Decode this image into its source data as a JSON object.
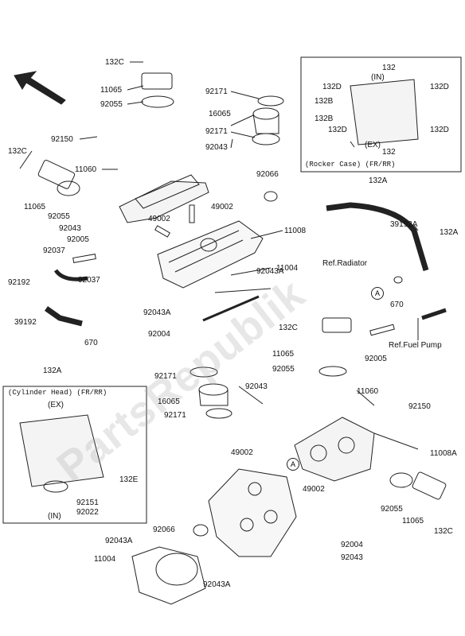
{
  "watermark": "PartsRepublik",
  "rocker_inset": {
    "caption": "(Rocker Case) (FR/RR)",
    "top_label": "132",
    "in_label": "(IN)",
    "ex_label": "(EX)",
    "bottom_label": "132",
    "labels": [
      "132D",
      "132D",
      "132B",
      "132B",
      "132D",
      "132D"
    ]
  },
  "head_inset": {
    "caption": "(Cylinder Head) (FR/RR)",
    "ex_label": "(EX)",
    "in_label": "(IN)",
    "labels": [
      "132E",
      "92151",
      "92022"
    ]
  },
  "circle_marker": "A",
  "part_labels": [
    "132C",
    "11065",
    "92055",
    "92171",
    "16065",
    "92171",
    "92043",
    "92150",
    "132C",
    "11060",
    "11065",
    "92055",
    "92066",
    "92043",
    "49002",
    "49002",
    "92005",
    "11008",
    "92037",
    "92043A",
    "92192",
    "92037",
    "11004",
    "39192",
    "92043A",
    "92004",
    "670",
    "132A",
    "132A",
    "39192A",
    "132A",
    "670",
    "Ref.Radiator",
    "Ref.Fuel Pump",
    "92005",
    "132C",
    "11065",
    "92055",
    "92171",
    "16065",
    "92043",
    "11060",
    "92150",
    "92171",
    "49002",
    "11008A",
    "49002",
    "92055",
    "11065",
    "132C",
    "92066",
    "92043A",
    "92004",
    "11004",
    "92043",
    "92043A"
  ]
}
